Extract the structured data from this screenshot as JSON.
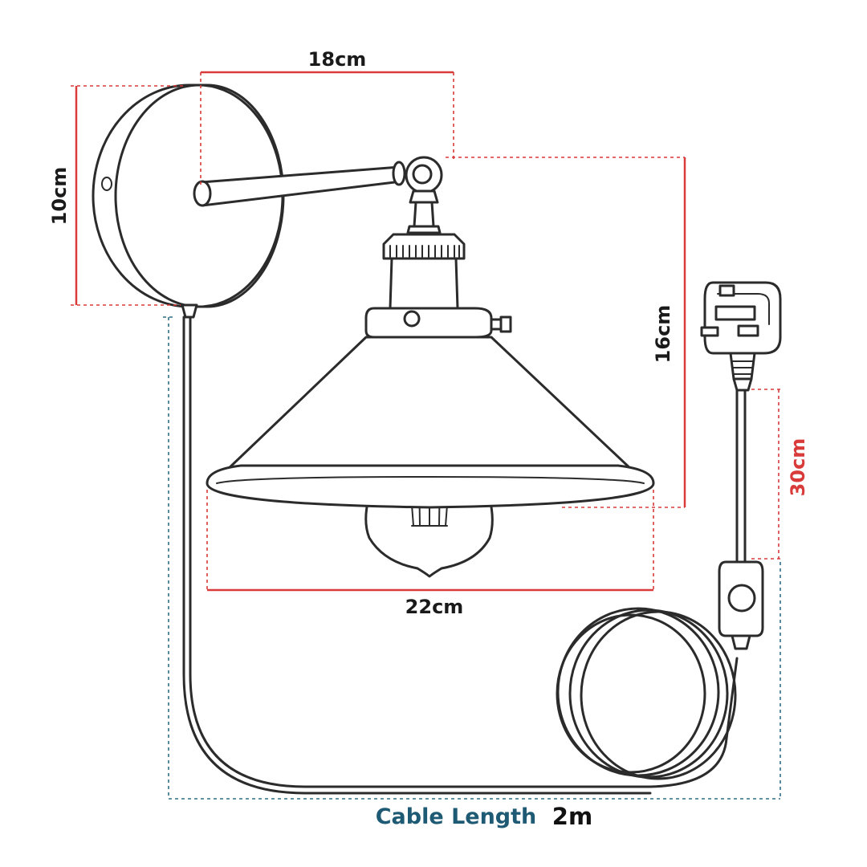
{
  "dimensions": {
    "arm_length": "18cm",
    "backplate_height": "10cm",
    "lamp_height": "16cm",
    "shade_width": "22cm",
    "switch_distance": "30cm"
  },
  "cable": {
    "label": "Cable Length",
    "value": "2m"
  },
  "colors": {
    "outline": "#2b2b2b",
    "dimension_red": "#d93a3a",
    "cable_teal": "#2f6f86",
    "cable_label": "#1e5a73"
  }
}
